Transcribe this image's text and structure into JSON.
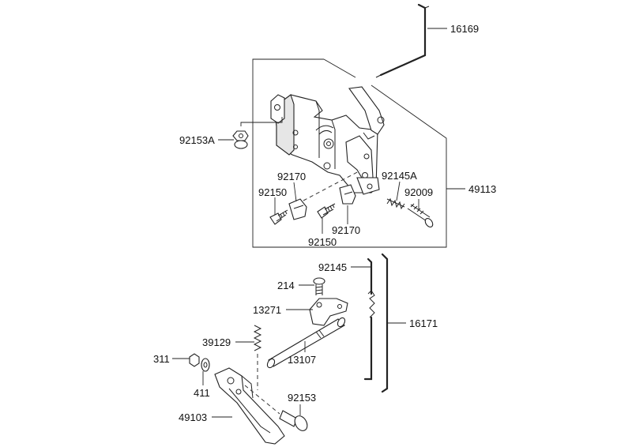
{
  "labels": {
    "p16169": "16169",
    "p92153A": "92153A",
    "p92170_a": "92170",
    "p92150_a": "92150",
    "p92145A": "92145A",
    "p92009": "92009",
    "p49113": "49113",
    "p92170_b": "92170",
    "p92150_b": "92150",
    "p92145": "92145",
    "p214": "214",
    "p13271": "13271",
    "p16171": "16171",
    "p39129": "39129",
    "p311": "311",
    "p13107": "13107",
    "p411": "411",
    "p92153": "92153",
    "p49103": "49103"
  }
}
